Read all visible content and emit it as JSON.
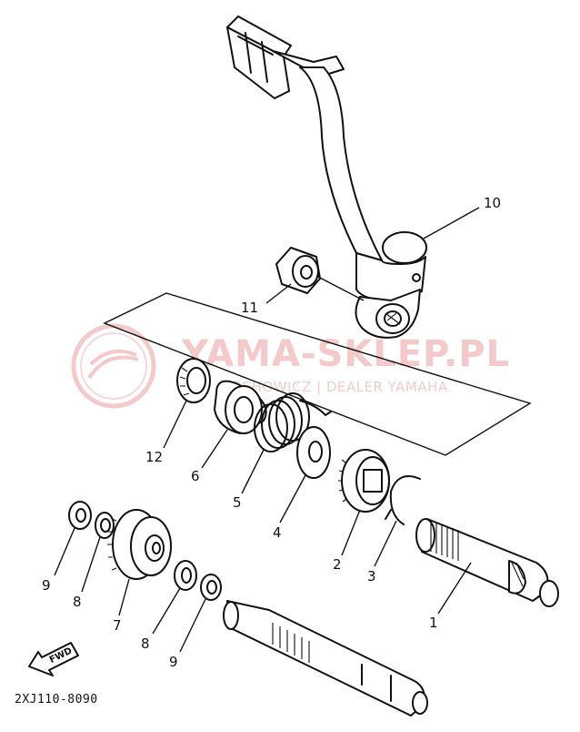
{
  "diagram_code": "2XJ110-8090",
  "watermark": {
    "brand": "YAMA-SKLEP.PL",
    "tagline": "ZIECHOWICZ | DEALER YAMAHA"
  },
  "fwd_label": "FWD",
  "callouts": {
    "c1": "1",
    "c2": "2",
    "c3": "3",
    "c4": "4",
    "c5": "5",
    "c6": "6",
    "c7": "7",
    "c8a": "8",
    "c8b": "8",
    "c9a": "9",
    "c9b": "9",
    "c10": "10",
    "c11": "11",
    "c12": "12"
  },
  "colors": {
    "line": "#111111",
    "watermark": "#f3c9c9"
  }
}
